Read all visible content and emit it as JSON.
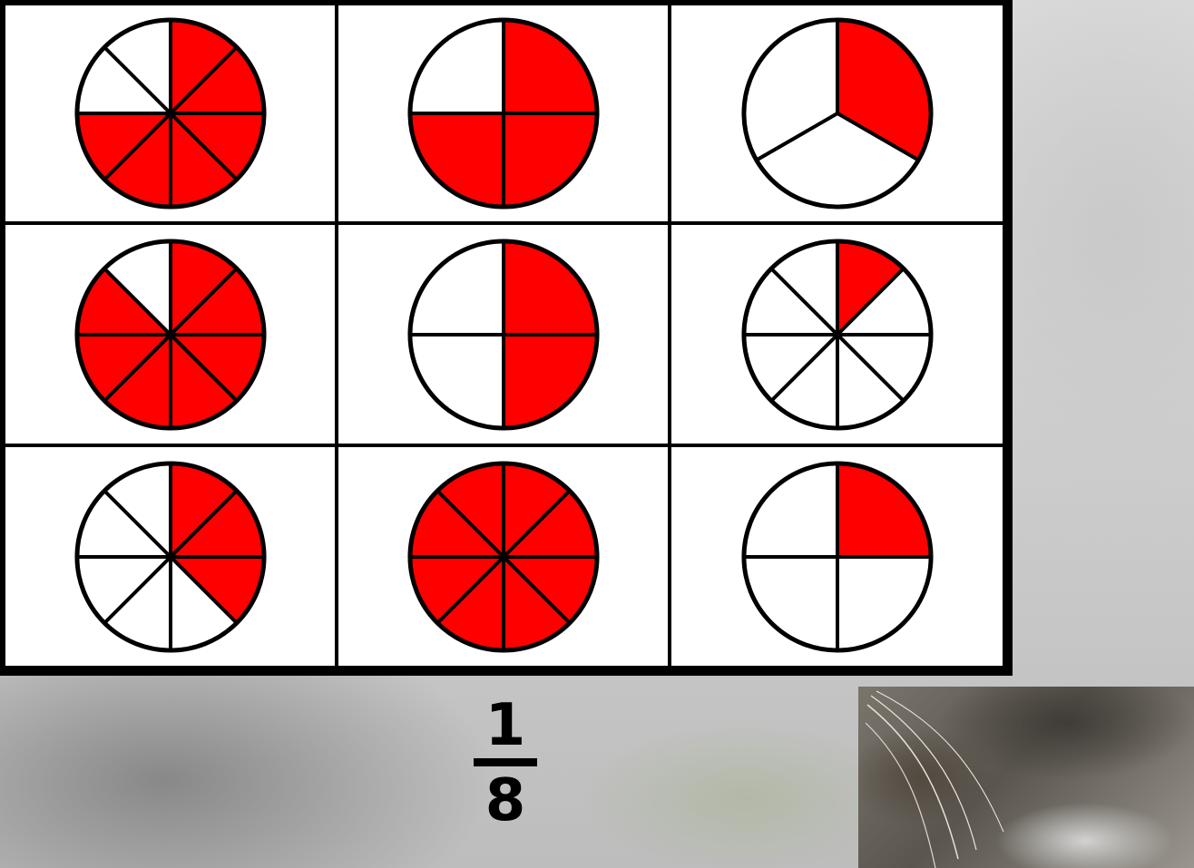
{
  "colors": {
    "fill": "#ff0000",
    "empty": "#ffffff",
    "stroke": "#000000"
  },
  "pies": [
    {
      "slices": 8,
      "filled": [
        0,
        1,
        2,
        3,
        4,
        5
      ]
    },
    {
      "slices": 4,
      "filled": [
        0,
        1,
        2
      ]
    },
    {
      "slices": 3,
      "filled": [
        0
      ]
    },
    {
      "slices": 8,
      "filled": [
        0,
        1,
        2,
        3,
        4,
        5,
        6
      ]
    },
    {
      "slices": 4,
      "filled": [
        0,
        1
      ]
    },
    {
      "slices": 8,
      "filled": [
        0
      ]
    },
    {
      "slices": 8,
      "filled": [
        0,
        1,
        2
      ]
    },
    {
      "slices": 8,
      "filled": [
        0,
        1,
        2,
        3,
        4,
        5,
        6,
        7
      ]
    },
    {
      "slices": 4,
      "filled": [
        0
      ]
    }
  ],
  "fraction": {
    "numerator": "1",
    "denominator": "8"
  },
  "photo": {
    "icon": "cat-photo"
  }
}
